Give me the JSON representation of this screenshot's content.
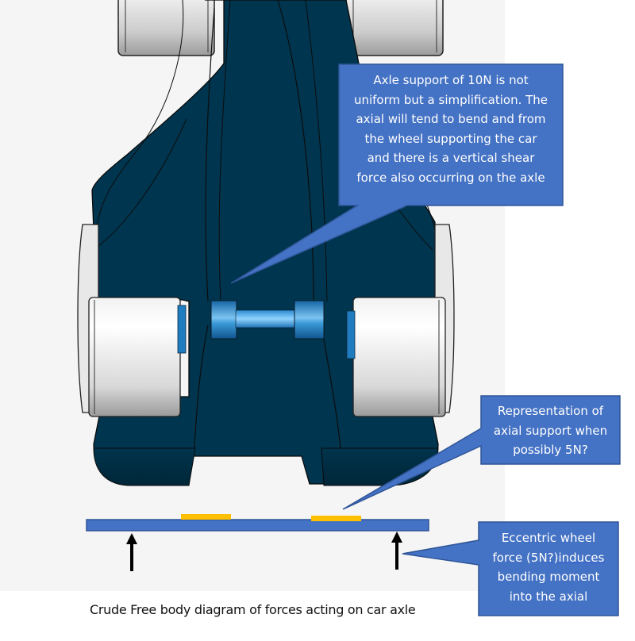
{
  "diagram": {
    "caption": "Crude Free body diagram of forces acting on car axle",
    "callouts": [
      {
        "id": "axle-support",
        "text": "Axle support of 10N is not\nuniform but a simplification. The\naxial will tend to bend and from\nthe wheel supporting the car\nand there is a vertical shear\nforce also occurring on the axle"
      },
      {
        "id": "axial-support-representation",
        "text": "Representation of\naxial support when\npossibly 5N?"
      },
      {
        "id": "eccentric-wheel-force",
        "text_line1": "Eccentric wheel",
        "text_line2a": "force (5N",
        "text_line2b": "?)induces",
        "text_line3": "bending moment",
        "text_line4": "into the axial"
      }
    ],
    "free_body": {
      "beam": "axle beam",
      "distributed_loads": [
        "support pad left",
        "support pad right"
      ],
      "reaction_arrows": [
        "left wheel force (up)",
        "right wheel force (up)"
      ]
    },
    "colors": {
      "callout_fill": "#4472c4",
      "callout_border": "#2f5597",
      "body_navy": "#00354f",
      "axle_blue": "#1f7cc0",
      "load_pad": "#ffc000",
      "background": "#f5f5f5",
      "arrow": "#000000"
    }
  }
}
